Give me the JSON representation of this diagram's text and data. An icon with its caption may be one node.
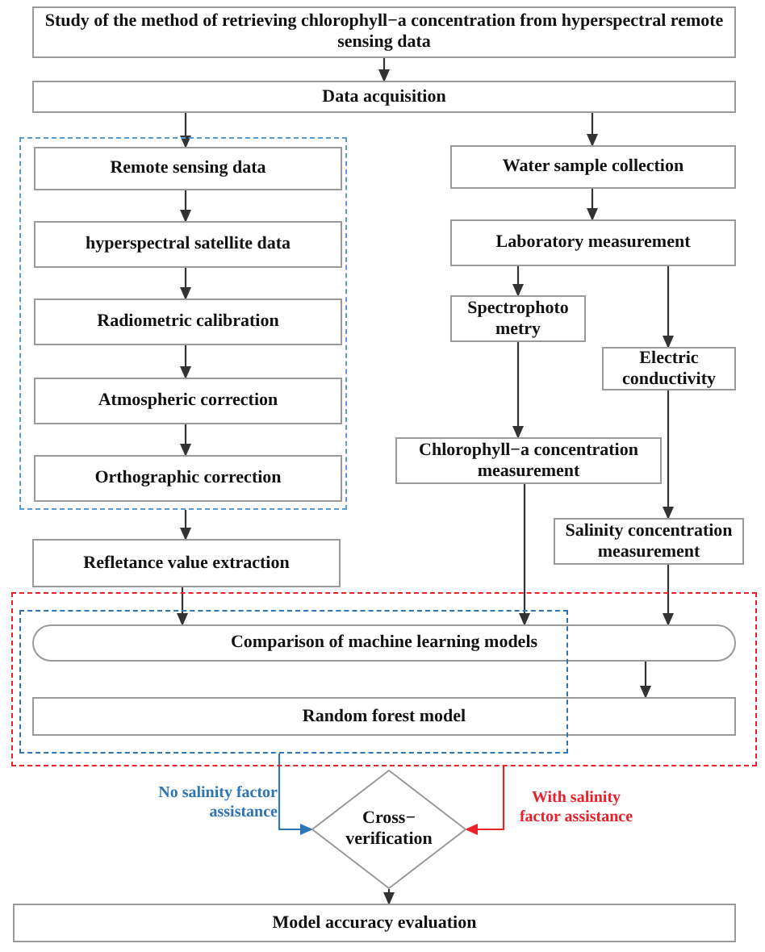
{
  "diagram": {
    "nodes": [
      {
        "text": [
          "Study of the method of retrieving chlorophyll−a concentration from hyperspectral remote sensing data"
        ]
      },
      {
        "text": [
          "Data acquisition"
        ]
      },
      {
        "text": [],
        "shape": "box"
      },
      {
        "text": [
          "Remote sensing data"
        ],
        "in": 2
      },
      {
        "text": [
          "hyperspectral satellite data"
        ],
        "in": 2
      },
      {
        "text": [
          "Radiometric calibration"
        ],
        "in": 2
      },
      {
        "text": [
          "Atmospheric correction"
        ],
        "in": 2
      },
      {
        "text": [
          "Orthographic correction"
        ],
        "in": 2
      },
      {
        "text": [
          "Refletance value extraction"
        ]
      },
      {
        "text": [
          "Water sample collection"
        ]
      },
      {
        "text": [
          "Laboratory measurement"
        ]
      },
      {
        "text": [
          "Spectrophoto metry"
        ]
      },
      {
        "text": [
          "Electric conductivity"
        ]
      },
      {
        "text": [
          "Chlorophyll−a concentration measurement"
        ]
      },
      {
        "text": [
          "Salinity concentration measurement"
        ]
      },
      {
        "text": [],
        "shape": "box"
      },
      {
        "text": [],
        "shape": "box",
        "in": 15
      },
      {
        "text": [
          "Comparison of machine learning models"
        ],
        "in": 15
      },
      {
        "text": [
          "Random forest model"
        ],
        "in": 15
      },
      {
        "text": [
          "Cross− verification"
        ]
      },
      {
        "text": [
          "Model accuracy evaluation"
        ]
      }
    ],
    "edges": [
      {
        "from": 0,
        "to": 1,
        "arrow": "to"
      },
      {
        "from": 1,
        "to": 3,
        "arrow": "to"
      },
      {
        "from": 1,
        "to": 9,
        "arrow": "to"
      },
      {
        "from": 3,
        "to": 4,
        "arrow": "to"
      },
      {
        "from": 4,
        "to": 5,
        "arrow": "to"
      },
      {
        "from": 5,
        "to": 6,
        "arrow": "to"
      },
      {
        "from": 6,
        "to": 7,
        "arrow": "to"
      },
      {
        "from": 2,
        "to": 8,
        "arrow": "to"
      },
      {
        "from": 9,
        "to": 10,
        "arrow": "to"
      },
      {
        "from": 10,
        "to": 11,
        "arrow": "to"
      },
      {
        "from": 10,
        "to": 12,
        "arrow": "to"
      },
      {
        "from": 11,
        "to": 13,
        "arrow": "to"
      },
      {
        "from": 12,
        "to": 14,
        "arrow": "to"
      },
      {
        "from": 8,
        "to": 17,
        "arrow": "to"
      },
      {
        "from": 13,
        "to": 17,
        "arrow": "to"
      },
      {
        "from": 14,
        "to": 17,
        "arrow": "to"
      },
      {
        "from": 17,
        "to": 18,
        "arrow": "to"
      },
      {
        "from": 16,
        "to": 19,
        "arrow": "to",
        "label": "No salinity factor assistance",
        "color": "#2e75b6"
      },
      {
        "from": 15,
        "to": 19,
        "arrow": "to",
        "label": "With salinity factor assistance",
        "color": "#e8212a"
      },
      {
        "from": 19,
        "to": 20,
        "arrow": "to"
      }
    ]
  }
}
